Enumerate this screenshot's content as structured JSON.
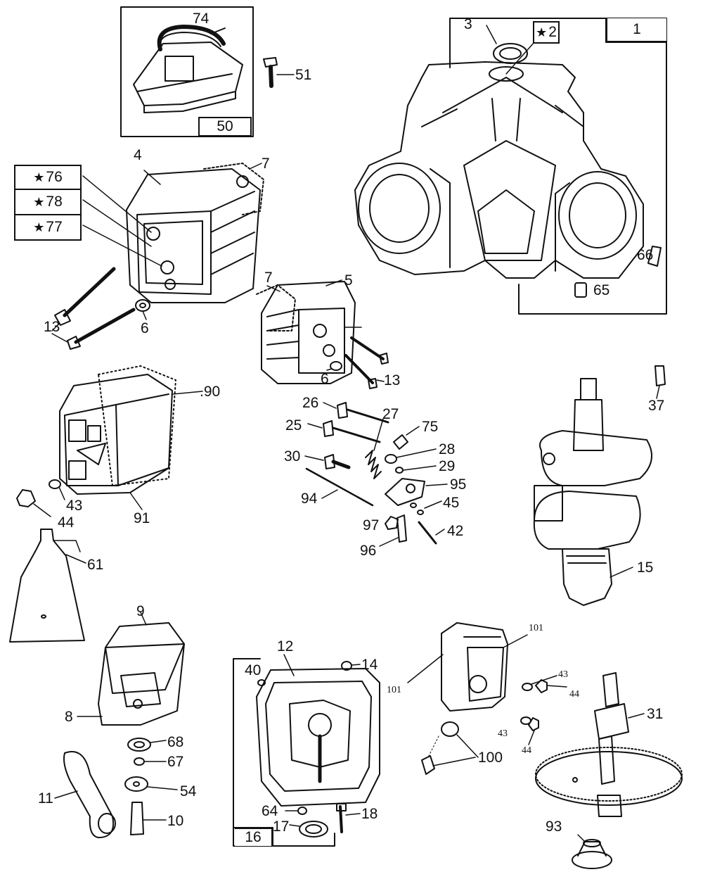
{
  "colors": {
    "ink": "#111111",
    "paper": "#ffffff"
  },
  "callouts": {
    "c74": "74",
    "c51": "51",
    "c50": "50",
    "c3": "3",
    "c2": "2",
    "c1": "1",
    "c4": "4",
    "c7a": "7",
    "c76": "76",
    "c78": "78",
    "c77": "77",
    "c13a": "13",
    "c6a": "6",
    "c7b": "7",
    "c5": "5",
    "c66": "66",
    "c65": "65",
    "c6b": "6",
    "c13b": "13",
    "c90": ".90",
    "c37": "37",
    "c26": "26",
    "c27": "27",
    "c75": "75",
    "c25": "25",
    "c28": "28",
    "c29": "29",
    "c30": "30",
    "c95": "95",
    "c94": "94",
    "c45": "45",
    "c97": "97",
    "c42": "42",
    "c96": "96",
    "c43a": "43",
    "c44a": "44",
    "c91": "91",
    "c15": "15",
    "c61": "61",
    "c9": "9",
    "c8": "8",
    "c12": "12",
    "c14": "14",
    "c40": "40",
    "c101a": "101",
    "c101b": "101",
    "c43b": "43",
    "c44b": "44",
    "c43c": "43",
    "c44c": "44",
    "c31": "31",
    "c68": "68",
    "c67": "67",
    "c54": "54",
    "c11": "11",
    "c10": "10",
    "c100": "100",
    "c64": "64",
    "c18": "18",
    "c17": "17",
    "c16": "16",
    "c93": "93"
  },
  "star_glyph": "★"
}
